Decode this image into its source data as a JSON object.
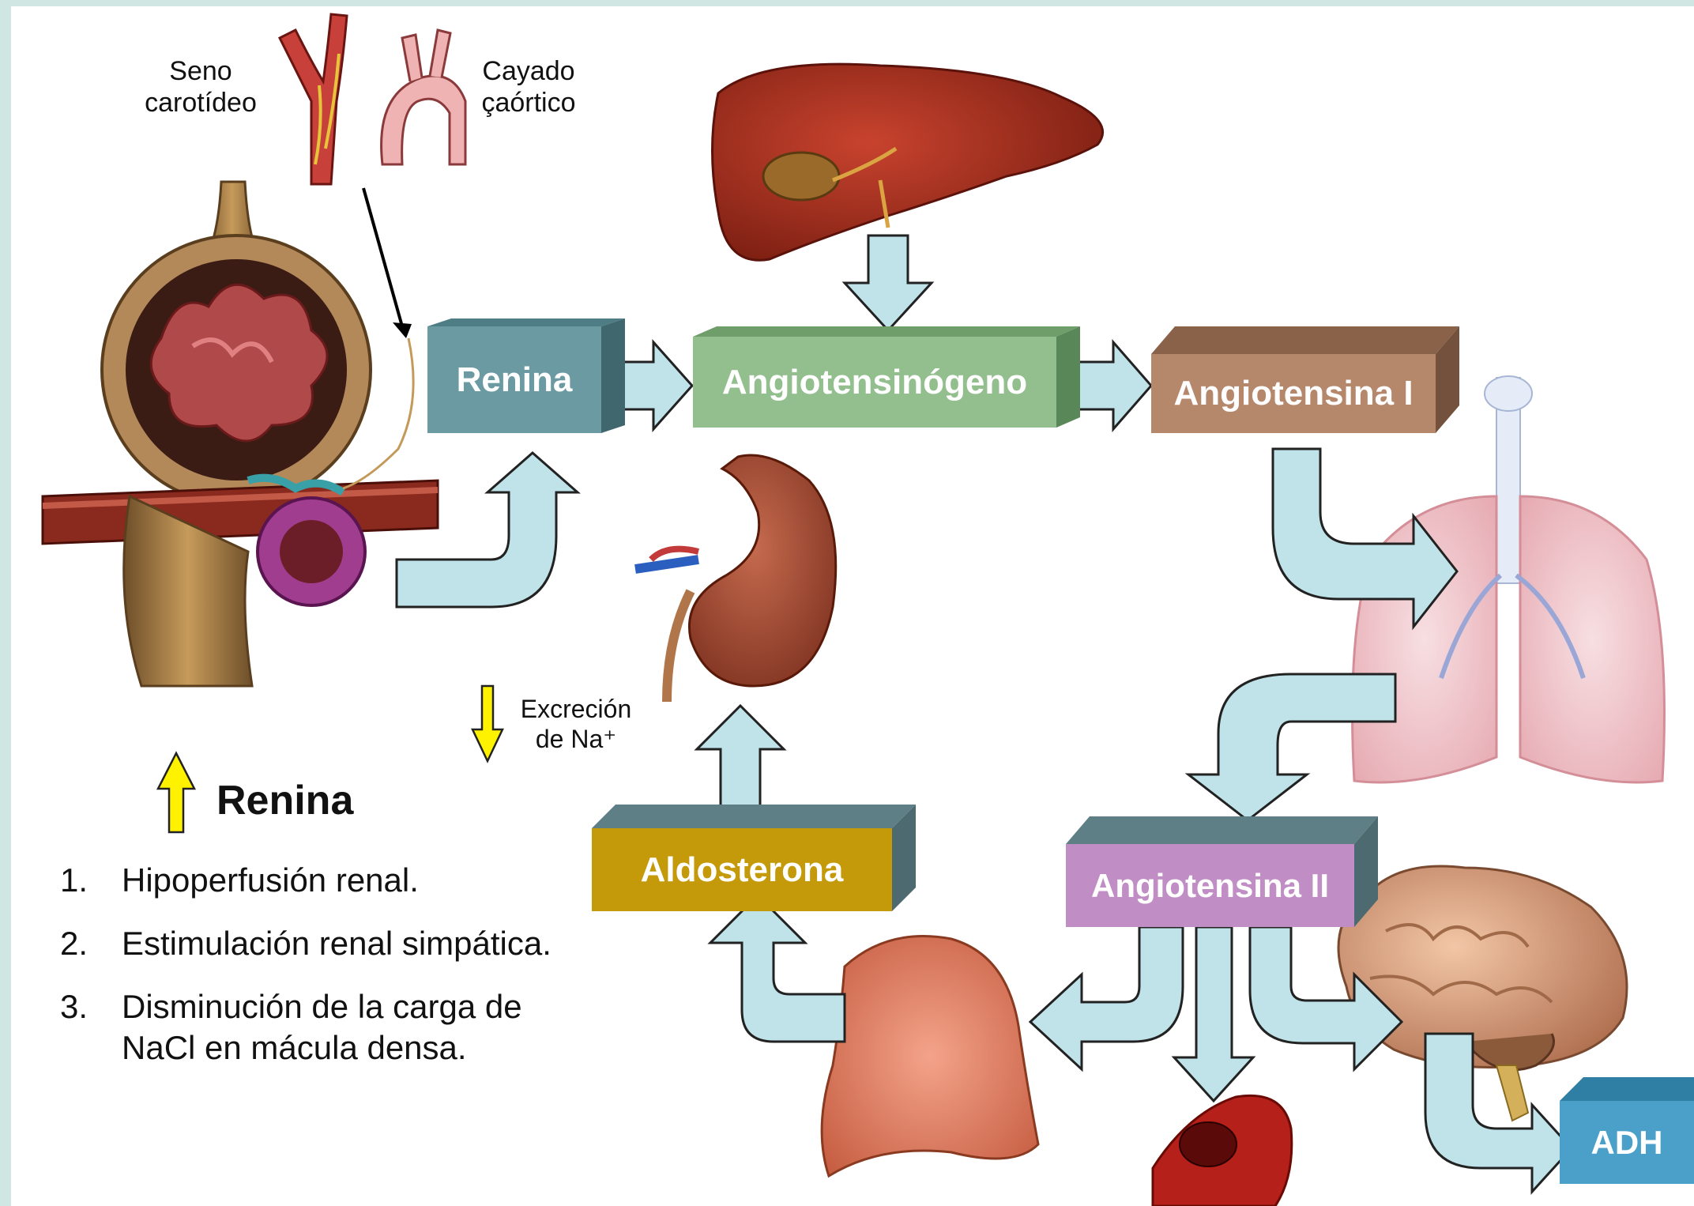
{
  "labels": {
    "seno_carotideo": [
      "Seno",
      "carotídeo"
    ],
    "cayado_aortico": [
      "Cayado",
      "çaórtico"
    ],
    "excrecion": [
      "Excreción",
      "de Na⁺"
    ],
    "renina_up": "Renina"
  },
  "boxes": {
    "renina": "Renina",
    "angiotensinogeno": "Angiotensinógeno",
    "angiotensina_i": "Angiotensina I",
    "angiotensina_ii": "Angiotensina II",
    "aldosterona": "Aldosterona",
    "adh": "ADH"
  },
  "causes": [
    {
      "num": "1.",
      "text": "Hipoperfusión renal."
    },
    {
      "num": "2.",
      "text": "Estimulación renal simpática."
    },
    {
      "num": "3.",
      "text": "Disminución de la carga de"
    },
    {
      "num": "",
      "text": "NaCl en mácula densa."
    }
  ],
  "colors": {
    "renina_box": "#6b9aa3",
    "angiotensinogeno_box": "#93bf8f",
    "angiotensina_i_box": "#b5876b",
    "angiotensina_ii_box": "#c08ec4",
    "aldosterona_box": "#c49a0a",
    "adh_box": "#4aa0c9",
    "arrow_fill": "#bfe3e8",
    "yellow_arrow": "#fff200"
  },
  "icons": [
    "liver-icon",
    "kidney-icon",
    "nephron-icon",
    "carotid-artery-icon",
    "aortic-arch-icon",
    "lungs-icon",
    "brain-icon",
    "adrenal-gland-icon",
    "blood-vessel-icon"
  ]
}
